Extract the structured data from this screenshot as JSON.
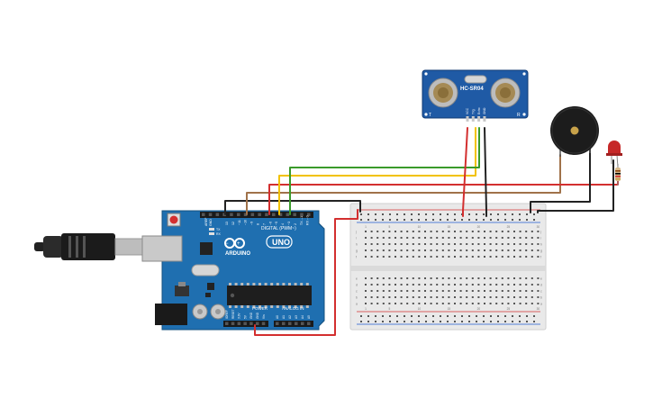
{
  "arduino": {
    "brand": "ARDUINO",
    "model": "UNO",
    "digital_label": "DIGITAL (PWM~)",
    "power_label": "POWER",
    "analog_label": "ANALOG IN",
    "aref": "AREF",
    "gnd": "GND",
    "tx": "TX",
    "rx": "RX",
    "digital_pins": [
      "13",
      "12",
      "~11",
      "~10",
      "~9",
      "8",
      "7",
      "~6",
      "~5",
      "4",
      "~3",
      "2",
      "TX→1",
      "RX←0"
    ],
    "power_pins": [
      "IOREF",
      "RESET",
      "3.3V",
      "5V",
      "GND",
      "GND",
      "Vin"
    ],
    "analog_pins": [
      "A0",
      "A1",
      "A2",
      "A3",
      "A4",
      "A5"
    ]
  },
  "sensor": {
    "model": "HC-SR04",
    "left_mark": "T",
    "right_mark": "R",
    "pins": [
      "VCC",
      "Trig",
      "Echo",
      "GND"
    ]
  },
  "breadboard": {
    "col_numbers": [
      "1",
      "5",
      "10",
      "15",
      "20",
      "25",
      "30"
    ],
    "row_letters_top": [
      "j",
      "i",
      "h",
      "g",
      "f"
    ],
    "row_letters_bottom": [
      "e",
      "d",
      "c",
      "b",
      "a"
    ]
  },
  "colors": {
    "board": "#1f6fb0",
    "wire_red": "#d32f2f",
    "wire_black": "#222222",
    "wire_yellow": "#f2c200",
    "wire_green": "#3a9a2a",
    "wire_brown": "#a0724a",
    "wire_tan": "#c8a078",
    "led": "#c62828"
  }
}
